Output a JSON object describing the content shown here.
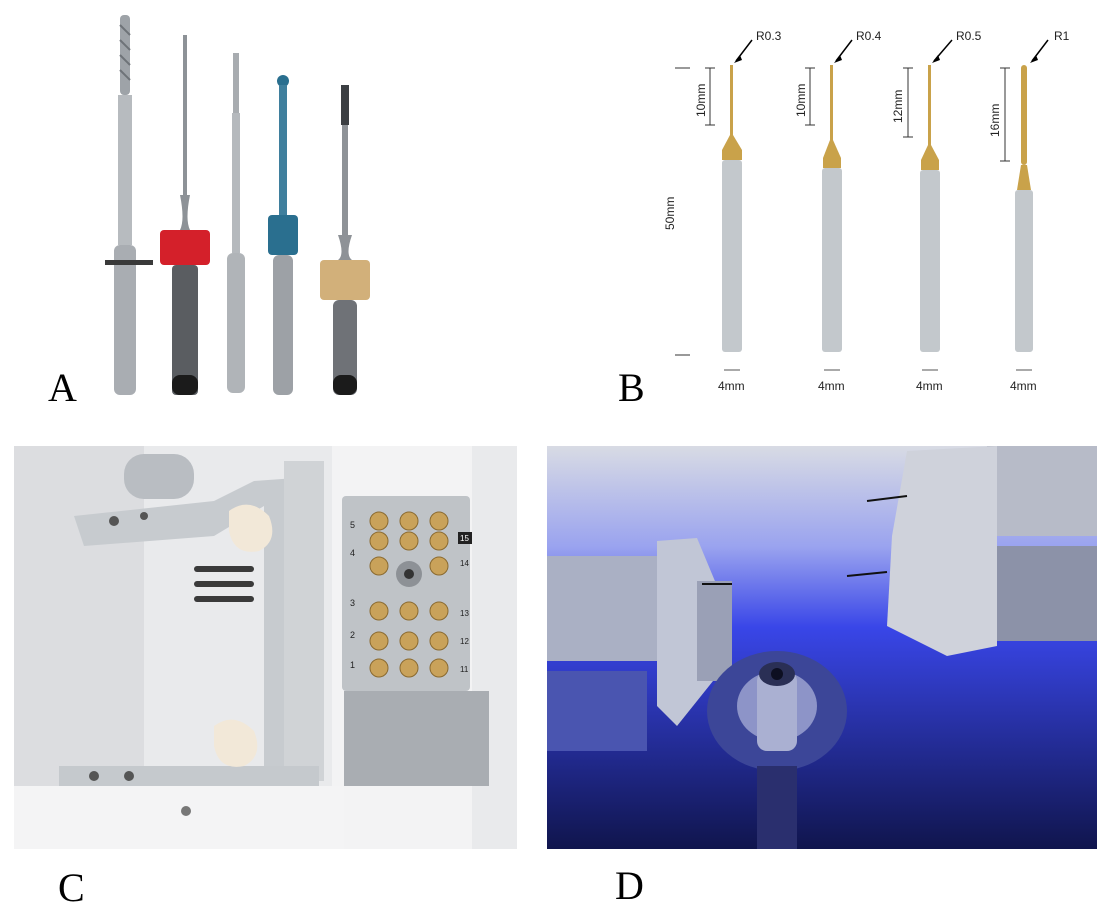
{
  "figure": {
    "panels": [
      {
        "id": "A",
        "label": "A"
      },
      {
        "id": "B",
        "label": "B"
      },
      {
        "id": "C",
        "label": "C"
      },
      {
        "id": "D",
        "label": "D"
      }
    ]
  },
  "panel_b": {
    "radius_labels": [
      "R0.3",
      "R0.4",
      "R0.5",
      "R1"
    ],
    "flute_lengths": [
      "10mm",
      "10mm",
      "12mm",
      "16mm"
    ],
    "total_length": "50mm",
    "shank_diameters": [
      "4mm",
      "4mm",
      "4mm",
      "4mm"
    ]
  },
  "panel_c": {
    "slot_numbers_left": [
      "5",
      "4",
      "3",
      "2",
      "1"
    ],
    "slot_numbers_right": [
      "15",
      "14",
      "13",
      "12",
      "11"
    ]
  },
  "colors": {
    "gold_coating": "#c9a24a",
    "red_ring": "#d4202a",
    "blue_ring": "#2a6f8f",
    "brass_ring": "#d2b07a",
    "uv_blue": "#2a3cff"
  }
}
